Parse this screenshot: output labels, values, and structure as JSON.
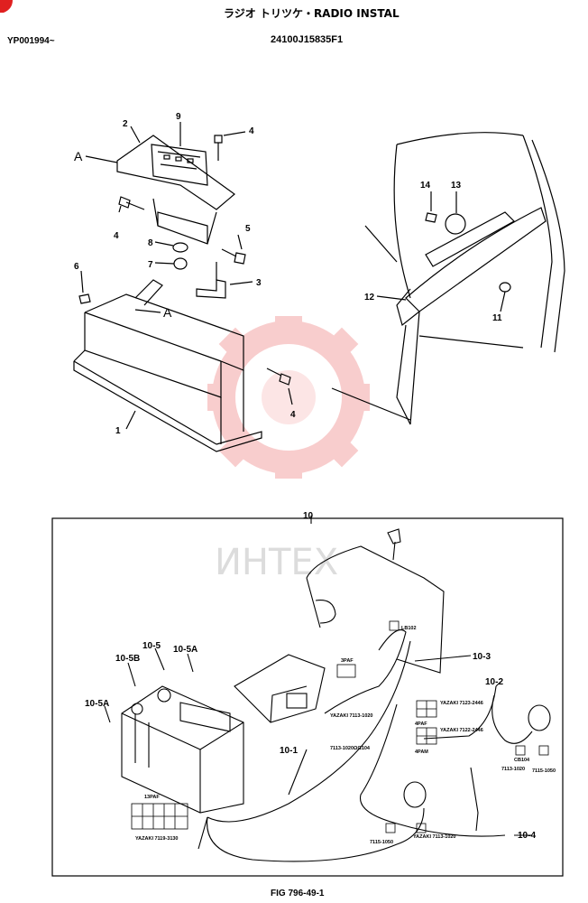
{
  "header": {
    "title": "ラジオ トリツケ・RADIO  INSTAL",
    "serial_range": "YP001994~",
    "part_number": "24100J15835F1"
  },
  "footer": {
    "figure_ref": "FIG 796-49-1"
  },
  "watermark": {
    "text": "ИНТЕХ",
    "gear_color": "#f4a6a6"
  },
  "upper_callouts": [
    "1",
    "2",
    "3",
    "4",
    "4",
    "4",
    "5",
    "6",
    "7",
    "8",
    "9",
    "11",
    "12",
    "13",
    "14"
  ],
  "view_markers": [
    "A",
    "A"
  ],
  "lower_callouts": [
    "10",
    "10-1",
    "10-2",
    "10-3",
    "10-4",
    "10-5",
    "10-5A",
    "10-5A",
    "10-5B"
  ],
  "connector_labels": {
    "c13paf": "13PAF",
    "c13paf_part": "YAZAKI  7119-3130",
    "c3paf": "3PAF",
    "c3paf_part": "YAZAKI 7113-1020",
    "c3paf_part2": "7113-1020ΩΩ104",
    "c4paf": "4PAF",
    "c4paf_part": "YAZAKI 7123-2446",
    "c4pam": "4PAM",
    "c4pam_part": "YAZAKI 7122-2446",
    "cspk_l": "7115-1050",
    "cspk_l2": "YAZAKI 7113-1020",
    "cspk_r": "7113-1020",
    "cspk_r2": "7115-1050",
    "lb102": "LB102",
    "cb104": "CB104"
  }
}
